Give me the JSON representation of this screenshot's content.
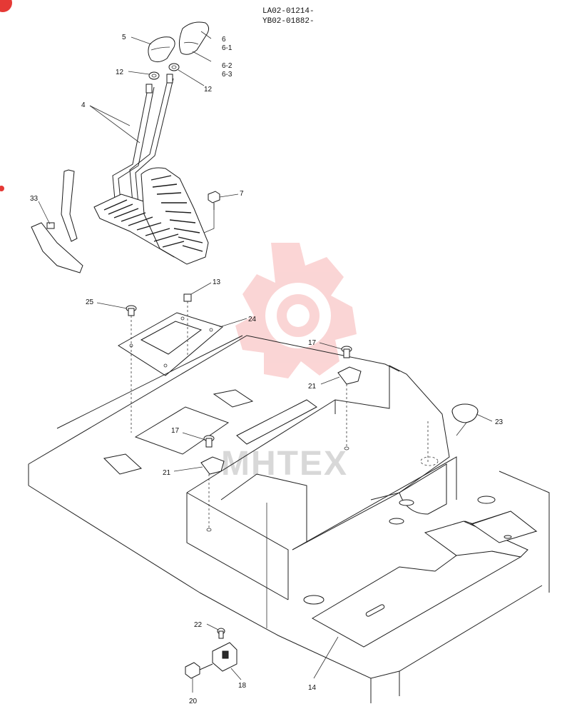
{
  "header": {
    "serial_1": "LA02-01214-",
    "serial_2": "YB02-01882-"
  },
  "watermark": {
    "text": "MHTEX",
    "color": "#f7b3b3"
  },
  "page_badge_color": "#e53935",
  "labels": {
    "p5": "5",
    "p6": "6",
    "p6_1": "6-1",
    "p6_2": "6-2",
    "p6_3": "6-3",
    "p12a": "12",
    "p12b": "12",
    "p4": "4",
    "p7": "7",
    "p33": "33",
    "p13": "13",
    "p25": "25",
    "p24": "24",
    "p17a": "17",
    "p21a": "21",
    "p23": "23",
    "p17b": "17",
    "p21b": "21",
    "p22": "22",
    "p20": "20",
    "p18": "18",
    "p14": "14"
  }
}
